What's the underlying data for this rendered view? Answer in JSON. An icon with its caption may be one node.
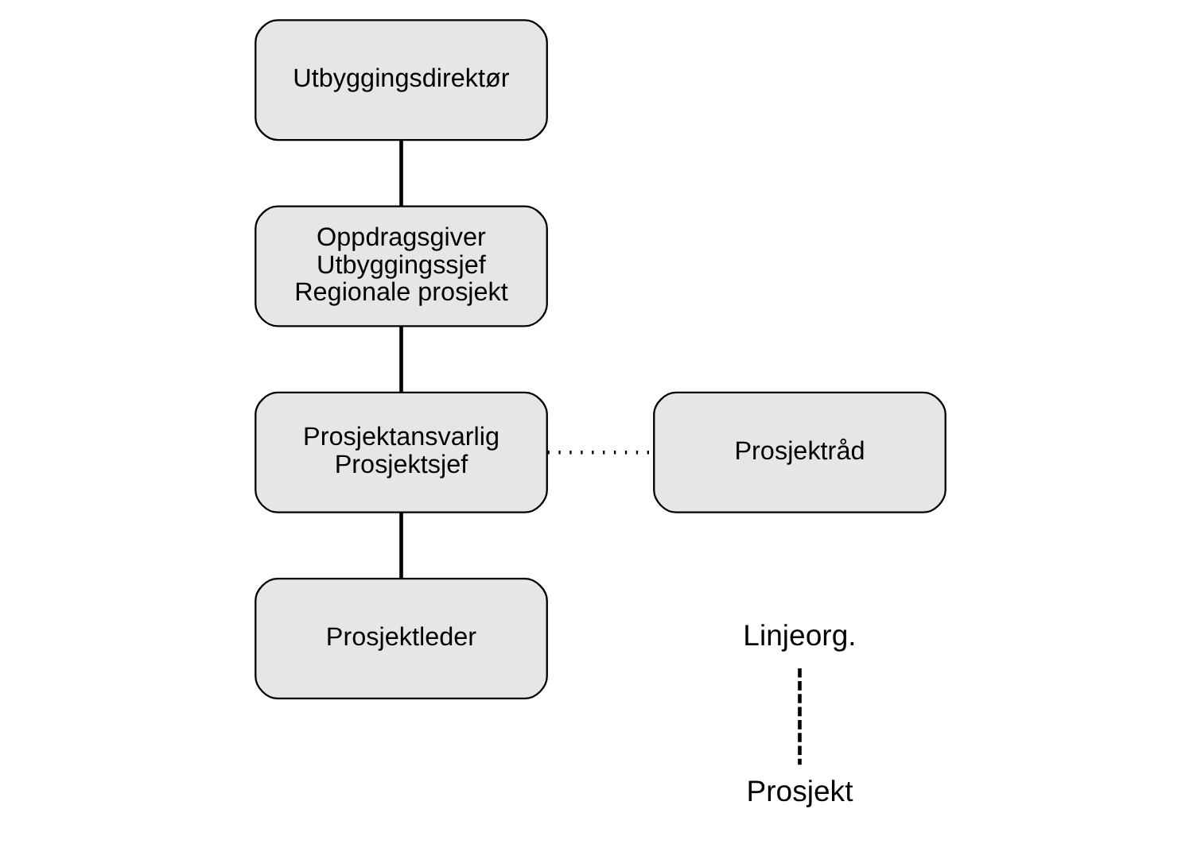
{
  "diagram": {
    "nodes": [
      {
        "text": [
          "Utbyggingsdirektør"
        ]
      },
      {
        "text": [
          "Oppdragsgiver Utbyggingssjef Regionale prosjekt"
        ]
      },
      {
        "text": [
          "Prosjektansvarlig Prosjektsjef"
        ]
      },
      {
        "text": [
          "Prosjektråd"
        ]
      },
      {
        "text": [
          "Prosjektleder"
        ]
      }
    ],
    "edges": [
      {
        "from": 0,
        "to": 1,
        "arrow": "none"
      },
      {
        "from": 1,
        "to": 2,
        "arrow": "none"
      },
      {
        "from": 2,
        "to": 3,
        "arrow": "none",
        "style": "dashed"
      },
      {
        "from": 2,
        "to": 4,
        "arrow": "none"
      }
    ],
    "labels": [
      "Linjeorg.",
      "Prosjekt"
    ]
  }
}
